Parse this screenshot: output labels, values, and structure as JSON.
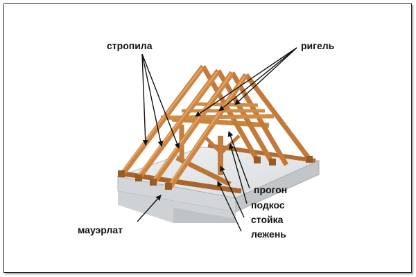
{
  "labels": {
    "rafters": "стропила",
    "crossbar": "ригель",
    "purlin": "прогон",
    "strut": "подкос",
    "post": "стойка",
    "sill": "лежень",
    "wall_plate": "мауэрлат"
  },
  "colors": {
    "wood": "#c8803f",
    "wood_dark": "#9a5a24",
    "wood_light": "#dba064",
    "concrete_top": "#e4e6e8",
    "concrete_side": "#c9cdd0",
    "arrow": "#111111"
  }
}
